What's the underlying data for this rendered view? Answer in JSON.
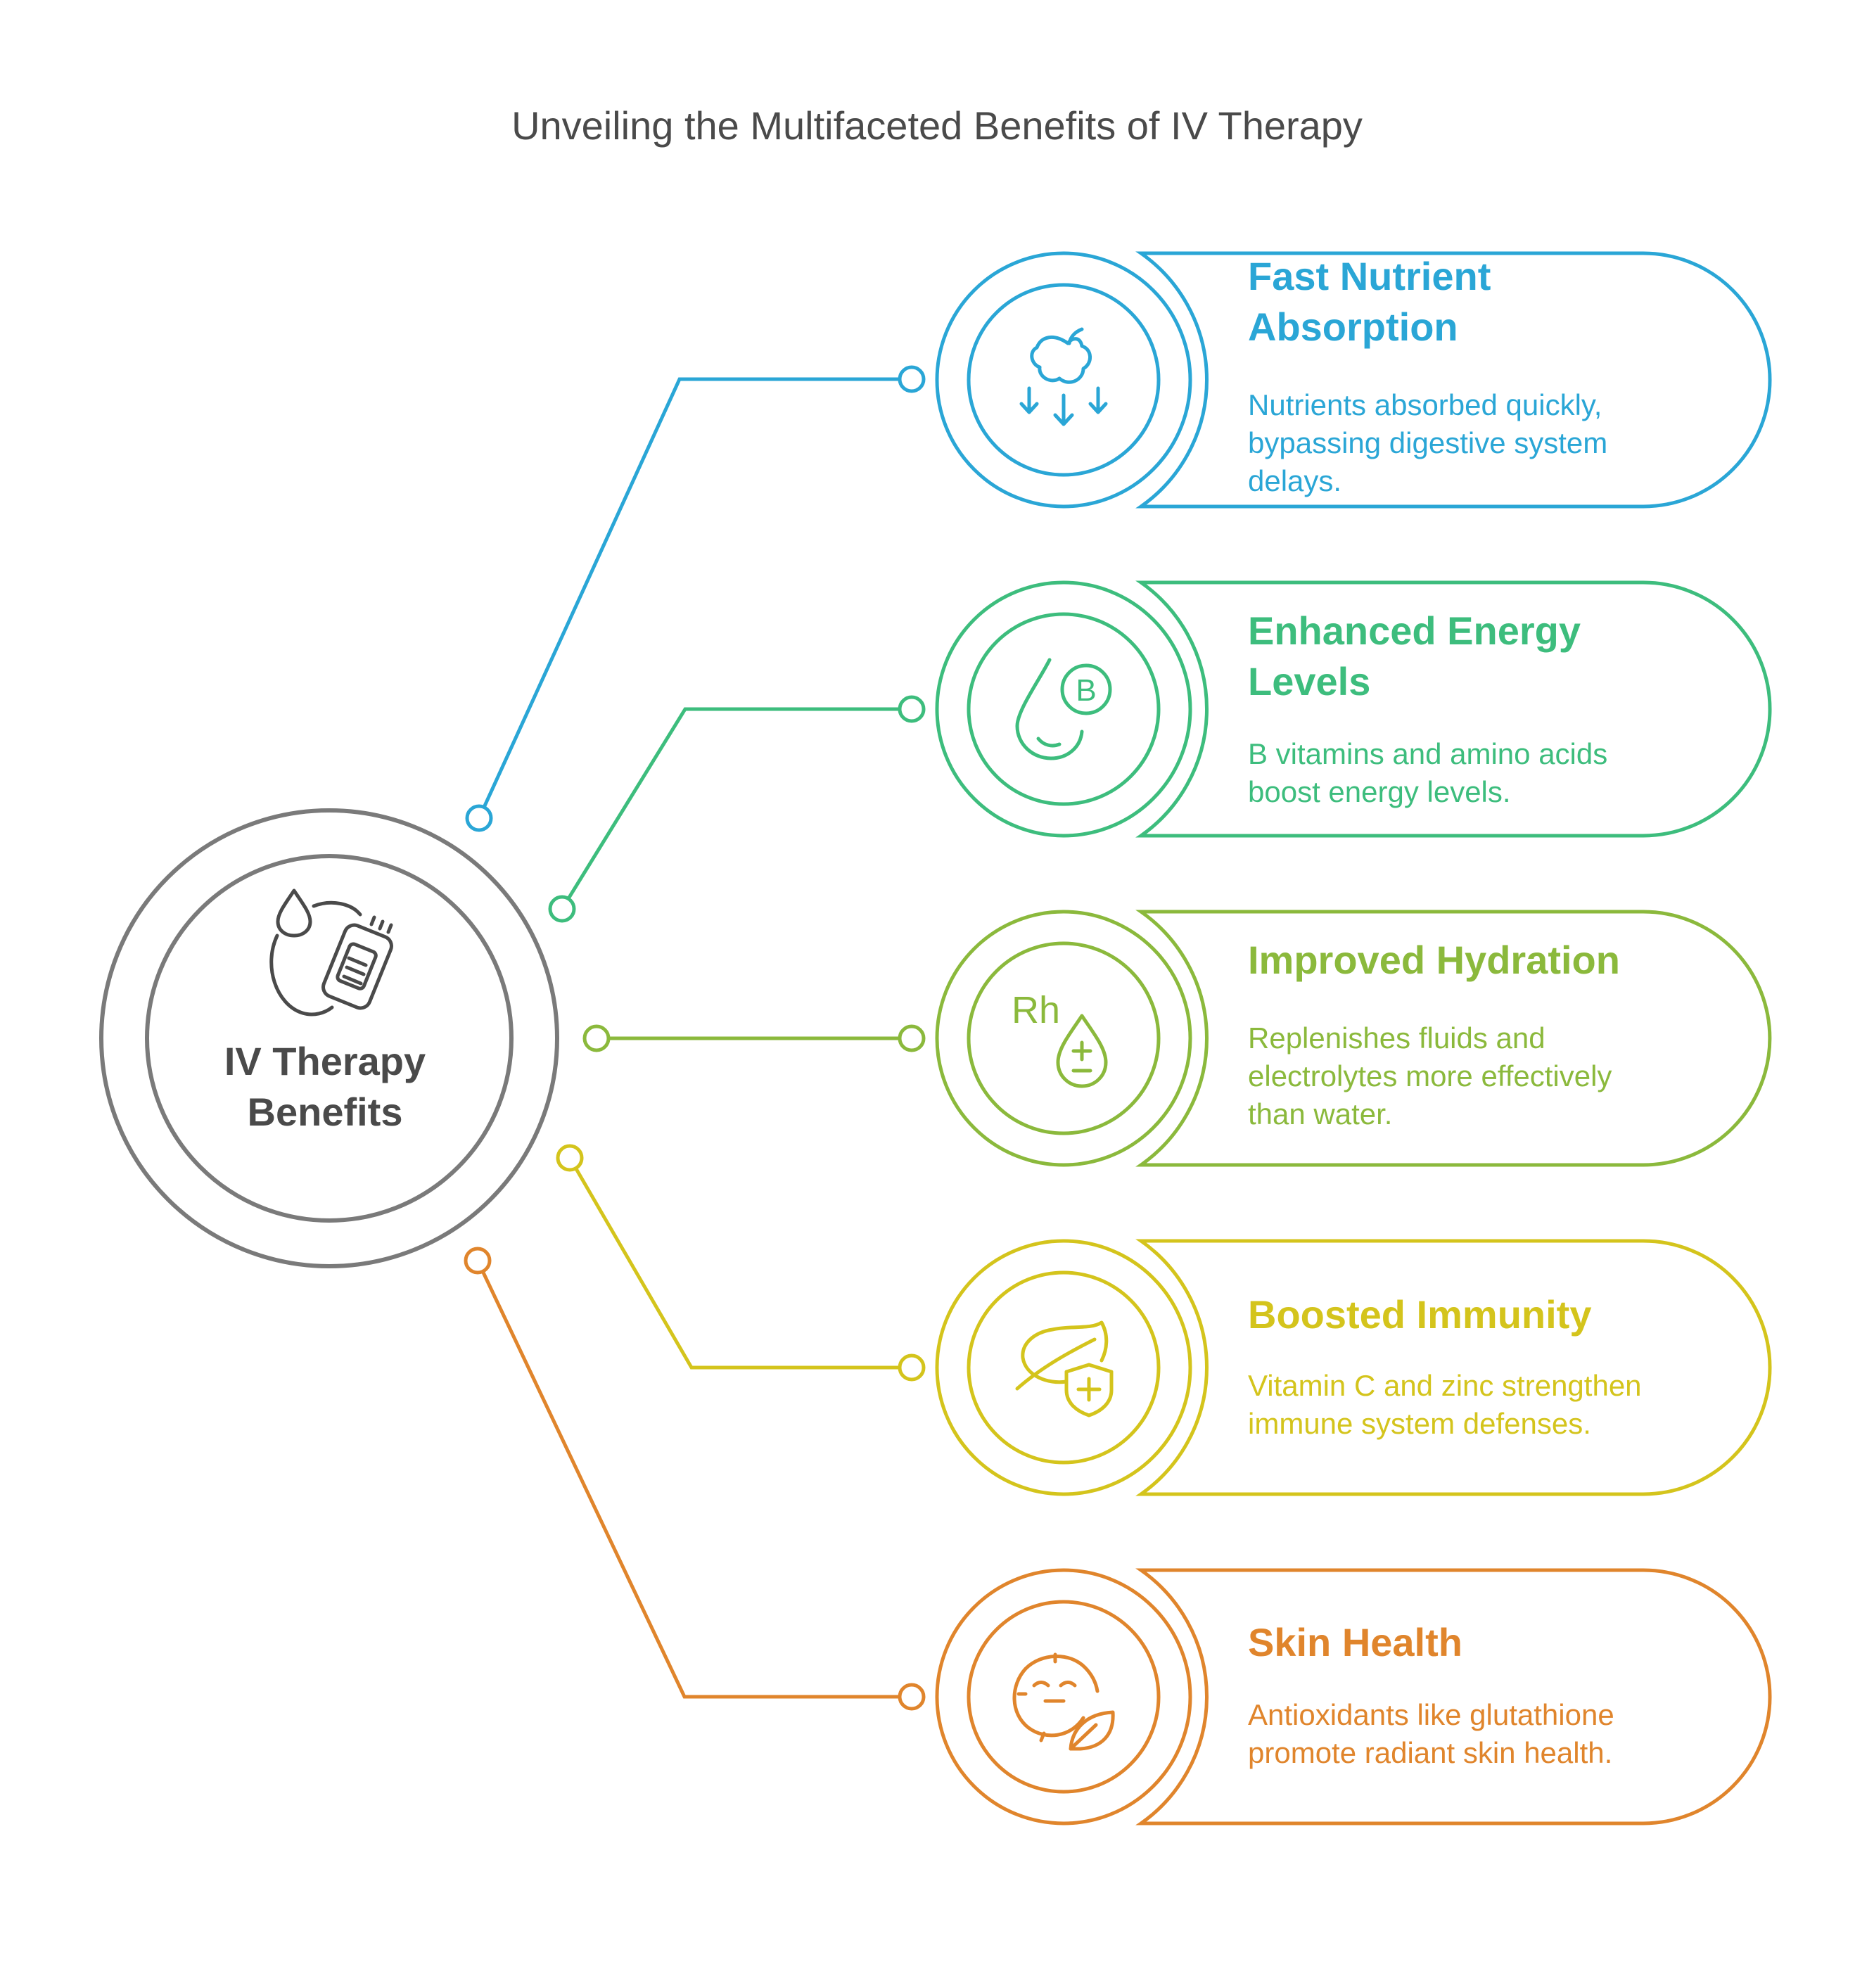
{
  "title": "Unveiling the Multifaceted Benefits of IV Therapy",
  "center": {
    "label_line1": "IV Therapy",
    "label_line2": "Benefits",
    "icon": "iv-bag-icon",
    "color": "#7a7a7a"
  },
  "benefits": [
    {
      "heading_line1": "Fast Nutrient",
      "heading_line2": "Absorption",
      "desc_line1": "Nutrients absorbed quickly,",
      "desc_line2": "bypassing digestive system",
      "desc_line3": "delays.",
      "icon": "apple-absorption-icon",
      "color": "#2aa6d6"
    },
    {
      "heading_line1": "Enhanced Energy",
      "heading_line2": "Levels",
      "desc_line1": "B vitamins and amino acids",
      "desc_line2": "boost energy levels.",
      "desc_line3": "",
      "icon": "vitamin-b-drop-icon",
      "color": "#3dbd7d",
      "icon_letter": "B"
    },
    {
      "heading_line1": "Improved Hydration",
      "heading_line2": "",
      "desc_line1": "Replenishes fluids and",
      "desc_line2": "electrolytes more effectively",
      "desc_line3": "than water.",
      "icon": "rh-drop-icon",
      "color": "#8bb93c",
      "icon_text": "Rh"
    },
    {
      "heading_line1": "Boosted Immunity",
      "heading_line2": "",
      "desc_line1": "Vitamin C and zinc strengthen",
      "desc_line2": "immune system defenses.",
      "desc_line3": "",
      "icon": "leaf-shield-icon",
      "color": "#d4c41c"
    },
    {
      "heading_line1": "Skin Health",
      "heading_line2": "",
      "desc_line1": "Antioxidants like glutathione",
      "desc_line2": "promote radiant skin health.",
      "desc_line3": "",
      "icon": "face-leaf-icon",
      "color": "#e0852c"
    }
  ]
}
